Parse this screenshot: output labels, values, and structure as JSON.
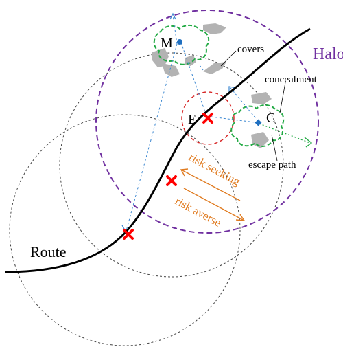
{
  "labels": {
    "halo": "Halo",
    "covers": "covers",
    "concealment": "concealment",
    "escape_path": "escape path",
    "route": "Route",
    "M": "M",
    "E": "E",
    "C": "C",
    "risk_seeking": "risk seeking",
    "risk_averse": "risk averse"
  },
  "colors": {
    "halo": "#7030a0",
    "route": "#000000",
    "risk": "#e07b20",
    "concealment": "#22aa44",
    "sight_lines": "#3a86d0",
    "marker": "#ff0000",
    "point": "#1f6fc0",
    "cover": "#b3b3b3",
    "enemy_circle": "#d62020",
    "range_circle": "#444444"
  },
  "icons": {
    "route_points": "red-x-marker",
    "cover_shapes": "gray-blob"
  }
}
